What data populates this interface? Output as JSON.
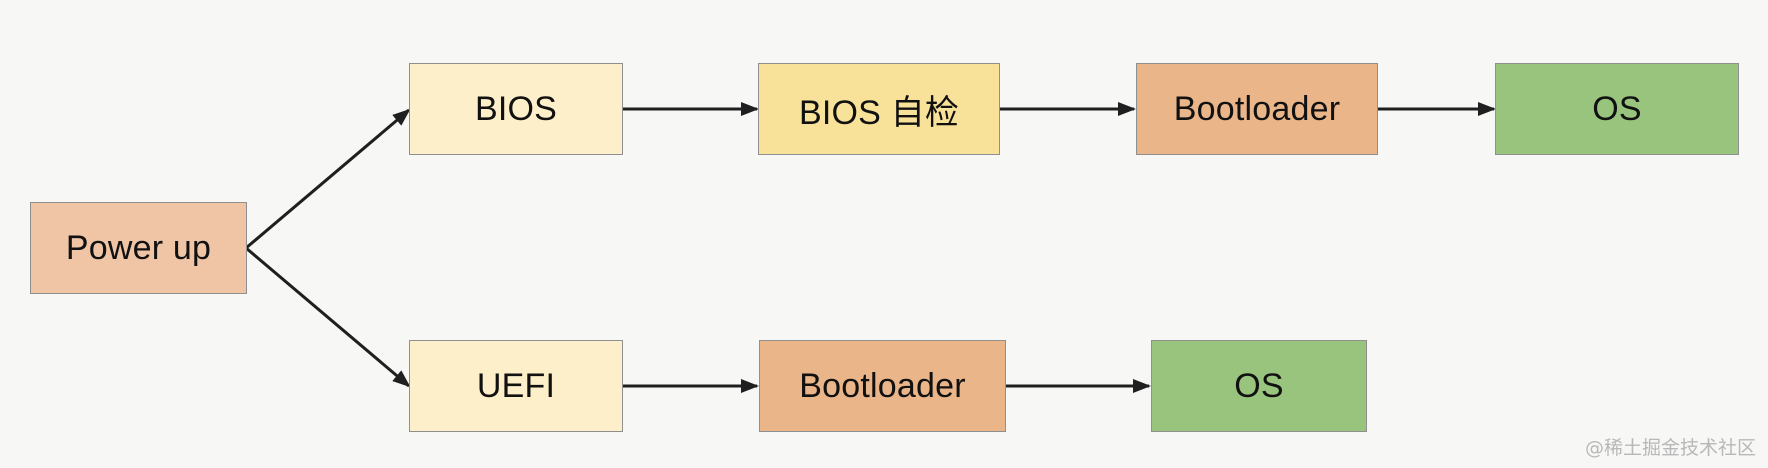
{
  "colors": {
    "power": "#efc5a5",
    "bios_light": "#fcefc9",
    "bios_check": "#f8e29a",
    "bootloader": "#e9b589",
    "os": "#98c47d",
    "edge": "#1f1f1f"
  },
  "diagram": {
    "nodes": {
      "power": {
        "label": "Power up"
      },
      "bios": {
        "label": "BIOS"
      },
      "bios_check": {
        "label": "BIOS 自检"
      },
      "bootloader_top": {
        "label": "Bootloader"
      },
      "os_top": {
        "label": "OS"
      },
      "uefi": {
        "label": "UEFI"
      },
      "bootloader_bottom": {
        "label": "Bootloader"
      },
      "os_bottom": {
        "label": "OS"
      }
    },
    "edges": [
      {
        "from": "power",
        "to": "bios"
      },
      {
        "from": "power",
        "to": "uefi"
      },
      {
        "from": "bios",
        "to": "bios_check"
      },
      {
        "from": "bios_check",
        "to": "bootloader_top"
      },
      {
        "from": "bootloader_top",
        "to": "os_top"
      },
      {
        "from": "uefi",
        "to": "bootloader_bottom"
      },
      {
        "from": "bootloader_bottom",
        "to": "os_bottom"
      }
    ]
  },
  "watermark": "@稀土掘金技术社区"
}
